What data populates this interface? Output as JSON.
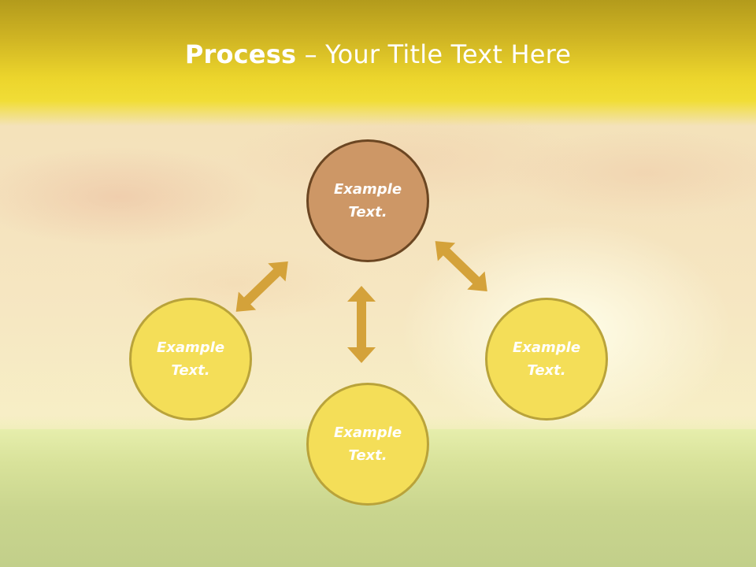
{
  "title": {
    "bold": "Process",
    "rest": " – Your Title Text Here"
  },
  "nodes": {
    "top": {
      "line1": "Example",
      "line2": "Text."
    },
    "left": {
      "line1": "Example",
      "line2": "Text."
    },
    "right": {
      "line1": "Example",
      "line2": "Text."
    },
    "bottom": {
      "line1": "Example",
      "line2": "Text."
    }
  },
  "colors": {
    "title_band": "#ecd52c",
    "top_node_fill": "#cd9766",
    "top_node_border": "#6b4622",
    "node_fill": "#f4de58",
    "node_border": "#b9a33a",
    "arrow": "#d4a23a"
  }
}
